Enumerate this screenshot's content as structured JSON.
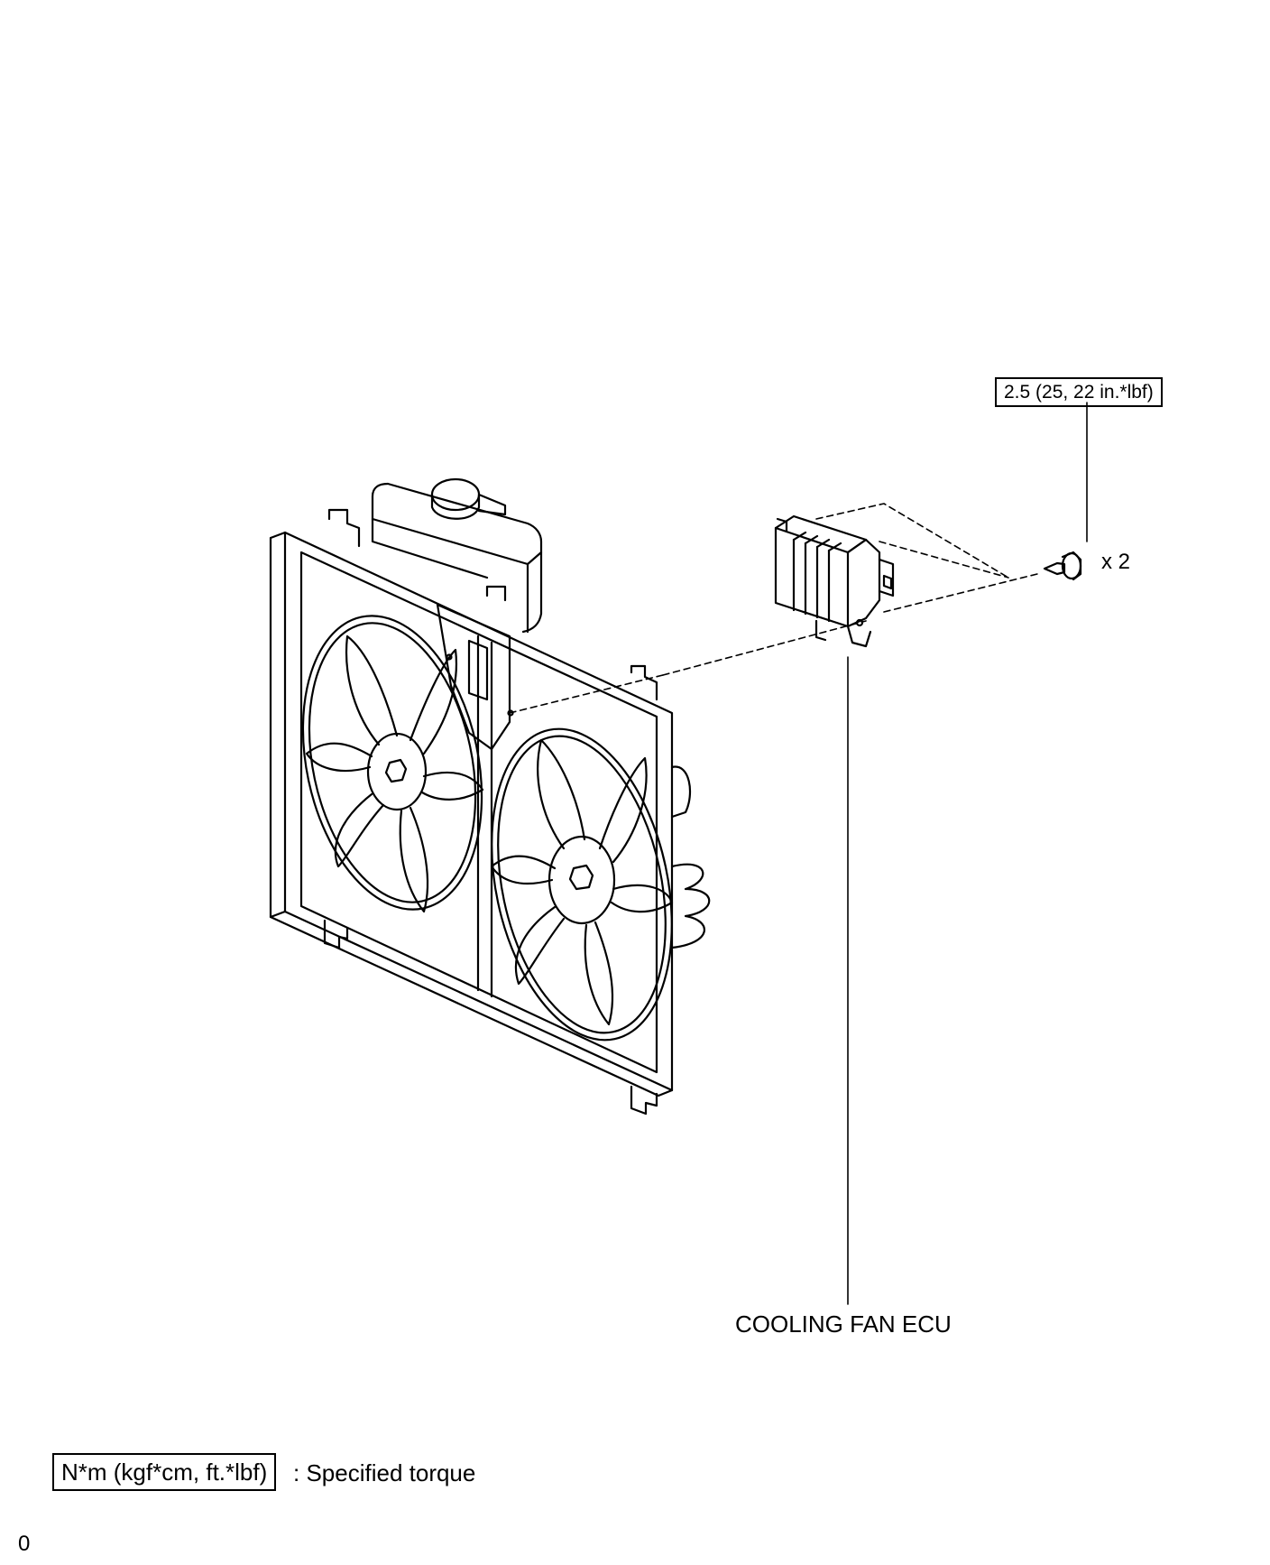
{
  "labels": {
    "torque": "2.5 (25, 22 in.*lbf)",
    "quantity": "x 2",
    "component": "COOLING FAN ECU"
  },
  "legend": {
    "unit_box": "N*m (kgf*cm, ft.*lbf)",
    "description": ": Specified torque"
  },
  "page_id": "0",
  "colors": {
    "line": "#000000",
    "background": "#ffffff"
  }
}
